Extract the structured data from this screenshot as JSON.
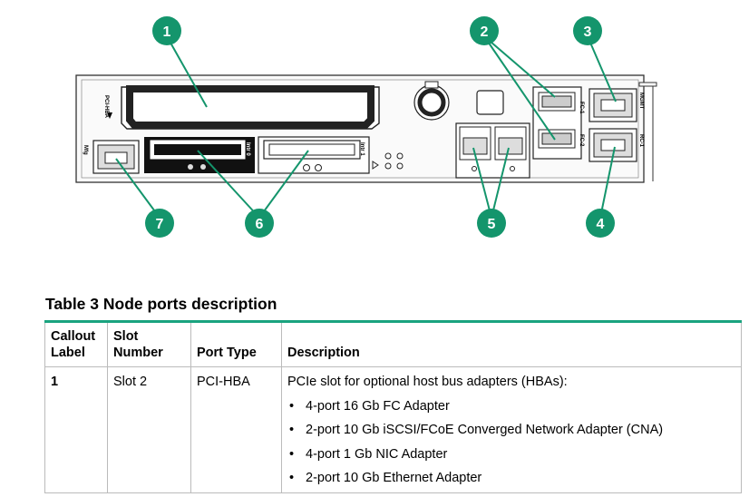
{
  "figure": {
    "callouts": [
      "1",
      "2",
      "3",
      "4",
      "5",
      "6",
      "7"
    ],
    "panel_labels": {
      "pci_hba": "PCI-HBA",
      "mfg": "Mfg",
      "mgmt": "MGMT",
      "rc1": "RC-1",
      "fc1": "FC-1",
      "fc2": "FC-2",
      "intr0": "Intr 0",
      "intr1": "Intr 1"
    }
  },
  "table": {
    "title": "Table 3 Node ports description",
    "headers": [
      "Callout Label",
      "Slot Number",
      "Port Type",
      "Description"
    ],
    "rows": [
      {
        "callout": "1",
        "slot": "Slot 2",
        "port_type": "PCI-HBA",
        "description": "PCIe slot for optional host bus adapters (HBAs):",
        "items": [
          "4-port 16 Gb FC Adapter",
          "2-port 10 Gb iSCSI/FCoE Converged Network Adapter (CNA)",
          "4-port 1 Gb NIC Adapter",
          "2-port 10 Gb Ethernet Adapter"
        ]
      }
    ]
  },
  "colors": {
    "callout_fill": "#14956c",
    "leader_line": "#14956c",
    "table_rule": "#1aa37f"
  }
}
